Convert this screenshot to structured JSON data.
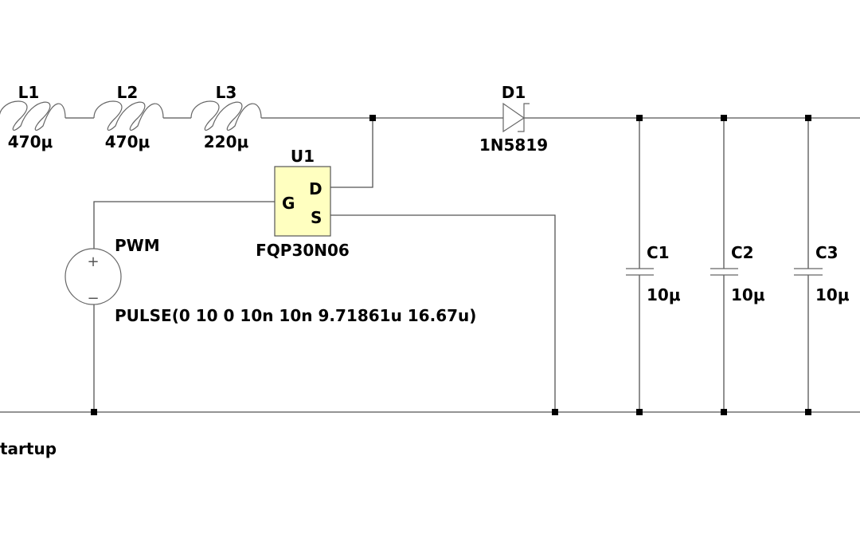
{
  "colors": {
    "wire": "#555555",
    "mosfet_fill": "#ffffc0",
    "background": "#ffffff"
  },
  "inductors": [
    {
      "ref": "L1",
      "value": "470μ"
    },
    {
      "ref": "L2",
      "value": "470μ"
    },
    {
      "ref": "L3",
      "value": "220μ"
    }
  ],
  "mosfet": {
    "ref": "U1",
    "model": "FQP30N06",
    "pins": {
      "gate": "G",
      "drain": "D",
      "source": "S"
    }
  },
  "diode": {
    "ref": "D1",
    "model": "1N5819"
  },
  "capacitors": [
    {
      "ref": "C1",
      "value": "10μ"
    },
    {
      "ref": "C2",
      "value": "10μ"
    },
    {
      "ref": "C3",
      "value": "10μ"
    }
  ],
  "source": {
    "ref": "PWM",
    "value": "PULSE(0 10 0 10n 10n 9.71861u 16.67u)",
    "plus": "+",
    "minus": "−"
  },
  "directive": "tartup"
}
